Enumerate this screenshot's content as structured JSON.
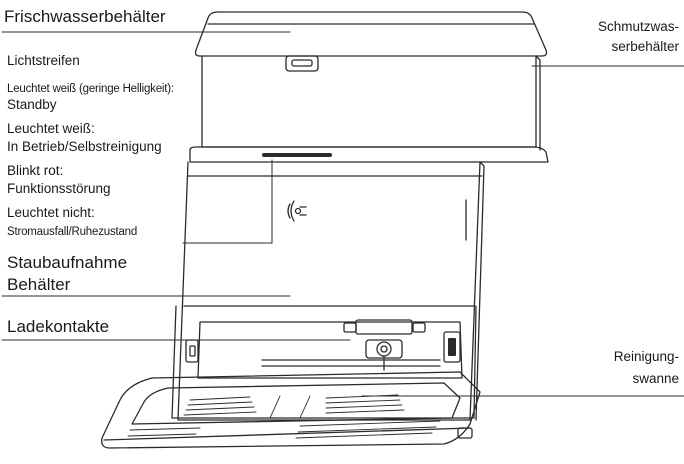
{
  "labels": {
    "fresh_water_tank": "Frischwasserbehälter",
    "dirty_water_tank_line1": "Schmutzwas-",
    "dirty_water_tank_line2": "serbehälter",
    "light_strip": "Lichtstreifen",
    "state_standby_line1": "Leuchtet weiß (geringe Helligkeit):",
    "state_standby_line2": "Standby",
    "state_running_line1": "Leuchtet weiß:",
    "state_running_line2": "In Betrieb/Selbstreinigung",
    "state_fault_line1": "Blinkt rot:",
    "state_fault_line2": "Funktionsstörung",
    "state_off_line1": "Leuchtet nicht:",
    "state_off_line2": "Stromausfall/Ruhezustand",
    "dust_bin_line1": "Staubaufnahme",
    "dust_bin_line2": "Behälter",
    "charging_contacts": "Ladekontakte",
    "cleaning_tray_line1": "Reinigung-",
    "cleaning_tray_line2": "swanne"
  },
  "colors": {
    "line": "#2b2b2b",
    "text": "#1a1a1a",
    "background": "#ffffff"
  }
}
